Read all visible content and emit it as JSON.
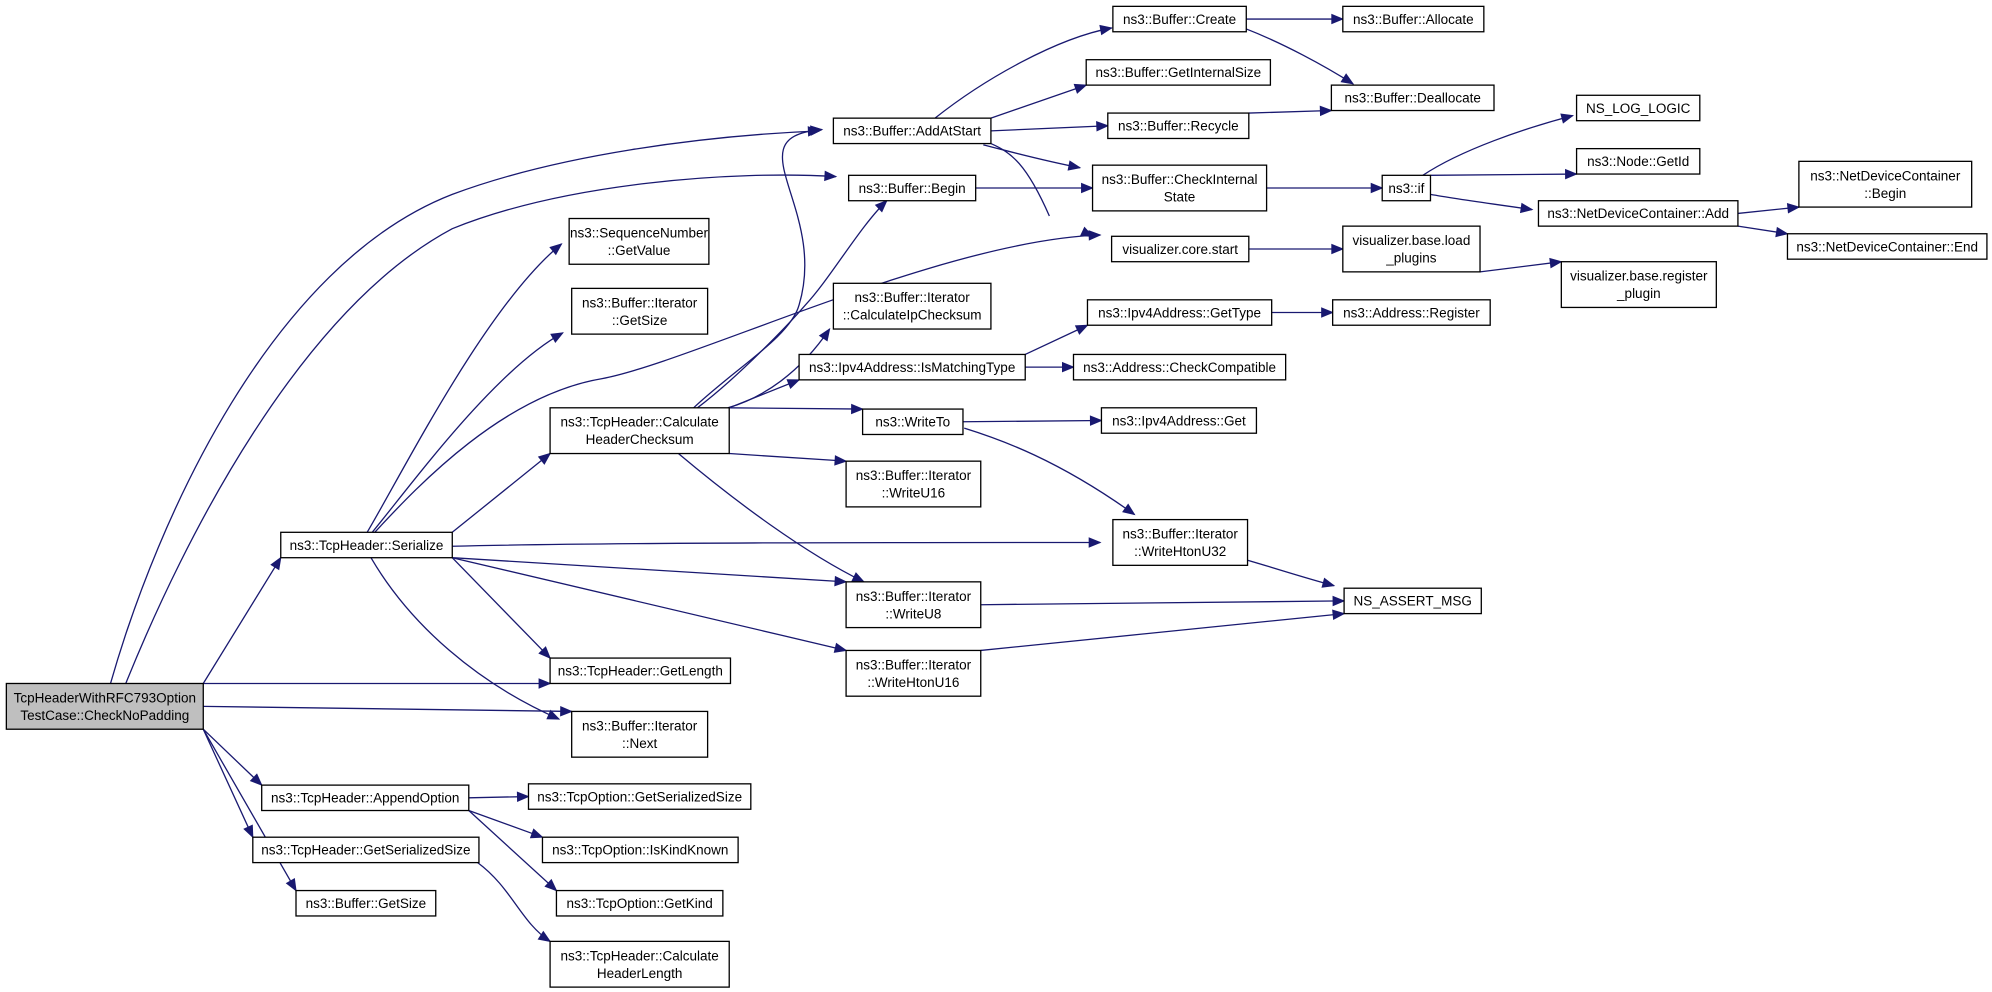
{
  "graph": {
    "nodes": [
      {
        "id": "root",
        "lines": [
          "TcpHeaderWithRFC793Option",
          "TestCase::CheckNoPadding"
        ],
        "highlight": true
      },
      {
        "id": "serialize",
        "lines": [
          "ns3::TcpHeader::Serialize"
        ]
      },
      {
        "id": "append_option",
        "lines": [
          "ns3::TcpHeader::AppendOption"
        ]
      },
      {
        "id": "hdr_get_serialized_size",
        "lines": [
          "ns3::TcpHeader::GetSerializedSize"
        ]
      },
      {
        "id": "buffer_get_size",
        "lines": [
          "ns3::Buffer::GetSize"
        ]
      },
      {
        "id": "calc_checksum",
        "lines": [
          "ns3::TcpHeader::Calculate",
          "HeaderChecksum"
        ]
      },
      {
        "id": "seq_get_value",
        "lines": [
          "ns3::SequenceNumber",
          "::GetValue"
        ]
      },
      {
        "id": "iter_get_size",
        "lines": [
          "ns3::Buffer::Iterator",
          "::GetSize"
        ]
      },
      {
        "id": "hdr_get_length",
        "lines": [
          "ns3::TcpHeader::GetLength"
        ]
      },
      {
        "id": "iter_next",
        "lines": [
          "ns3::Buffer::Iterator",
          "::Next"
        ]
      },
      {
        "id": "opt_get_serialized_size",
        "lines": [
          "ns3::TcpOption::GetSerializedSize"
        ]
      },
      {
        "id": "opt_is_kind_known",
        "lines": [
          "ns3::TcpOption::IsKindKnown"
        ]
      },
      {
        "id": "opt_get_kind",
        "lines": [
          "ns3::TcpOption::GetKind"
        ]
      },
      {
        "id": "calc_header_length",
        "lines": [
          "ns3::TcpHeader::Calculate",
          "HeaderLength"
        ]
      },
      {
        "id": "add_at_start",
        "lines": [
          "ns3::Buffer::AddAtStart"
        ]
      },
      {
        "id": "buffer_begin",
        "lines": [
          "ns3::Buffer::Begin"
        ]
      },
      {
        "id": "calc_ip_checksum",
        "lines": [
          "ns3::Buffer::Iterator",
          "::CalculateIpChecksum"
        ]
      },
      {
        "id": "is_matching_type",
        "lines": [
          "ns3::Ipv4Address::IsMatchingType"
        ]
      },
      {
        "id": "write_to",
        "lines": [
          "ns3::WriteTo"
        ]
      },
      {
        "id": "write_u16",
        "lines": [
          "ns3::Buffer::Iterator",
          "::WriteU16"
        ]
      },
      {
        "id": "write_u8",
        "lines": [
          "ns3::Buffer::Iterator",
          "::WriteU8"
        ]
      },
      {
        "id": "write_hton_u16",
        "lines": [
          "ns3::Buffer::Iterator",
          "::WriteHtonU16"
        ]
      },
      {
        "id": "buffer_create",
        "lines": [
          "ns3::Buffer::Create"
        ]
      },
      {
        "id": "get_internal_size",
        "lines": [
          "ns3::Buffer::GetInternalSize"
        ]
      },
      {
        "id": "buffer_recycle",
        "lines": [
          "ns3::Buffer::Recycle"
        ]
      },
      {
        "id": "check_internal_state",
        "lines": [
          "ns3::Buffer::CheckInternal",
          "State"
        ]
      },
      {
        "id": "vis_core_start",
        "lines": [
          "visualizer.core.start"
        ]
      },
      {
        "id": "ipv4_get_type",
        "lines": [
          "ns3::Ipv4Address::GetType"
        ]
      },
      {
        "id": "check_compatible",
        "lines": [
          "ns3::Address::CheckCompatible"
        ]
      },
      {
        "id": "ipv4_get",
        "lines": [
          "ns3::Ipv4Address::Get"
        ]
      },
      {
        "id": "write_hton_u32",
        "lines": [
          "ns3::Buffer::Iterator",
          "::WriteHtonU32"
        ]
      },
      {
        "id": "buffer_allocate",
        "lines": [
          "ns3::Buffer::Allocate"
        ]
      },
      {
        "id": "buffer_deallocate",
        "lines": [
          "ns3::Buffer::Deallocate"
        ]
      },
      {
        "id": "ns3_if",
        "lines": [
          "ns3::if"
        ]
      },
      {
        "id": "vis_base_load",
        "lines": [
          "visualizer.base.load",
          "_plugins"
        ]
      },
      {
        "id": "address_register",
        "lines": [
          "ns3::Address::Register"
        ]
      },
      {
        "id": "ns_assert_msg",
        "lines": [
          "NS_ASSERT_MSG"
        ]
      },
      {
        "id": "ns_log_logic",
        "lines": [
          "NS_LOG_LOGIC"
        ]
      },
      {
        "id": "node_get_id",
        "lines": [
          "ns3::Node::GetId"
        ]
      },
      {
        "id": "ndc_add",
        "lines": [
          "ns3::NetDeviceContainer::Add"
        ]
      },
      {
        "id": "vis_base_register",
        "lines": [
          "visualizer.base.register",
          "_plugin"
        ]
      },
      {
        "id": "ndc_begin",
        "lines": [
          "ns3::NetDeviceContainer",
          "::Begin"
        ]
      },
      {
        "id": "ndc_end",
        "lines": [
          "ns3::NetDeviceContainer::End"
        ]
      }
    ],
    "edges": [
      [
        "root",
        "serialize"
      ],
      [
        "root",
        "add_at_start"
      ],
      [
        "root",
        "buffer_begin"
      ],
      [
        "root",
        "hdr_get_length"
      ],
      [
        "root",
        "iter_next"
      ],
      [
        "root",
        "append_option"
      ],
      [
        "root",
        "hdr_get_serialized_size"
      ],
      [
        "root",
        "buffer_get_size"
      ],
      [
        "serialize",
        "seq_get_value"
      ],
      [
        "serialize",
        "iter_get_size"
      ],
      [
        "serialize",
        "calc_checksum"
      ],
      [
        "serialize",
        "vis_core_start"
      ],
      [
        "serialize",
        "write_hton_u32"
      ],
      [
        "serialize",
        "write_u8"
      ],
      [
        "serialize",
        "write_hton_u16"
      ],
      [
        "serialize",
        "hdr_get_length"
      ],
      [
        "serialize",
        "iter_next"
      ],
      [
        "calc_checksum",
        "add_at_start"
      ],
      [
        "calc_checksum",
        "buffer_begin"
      ],
      [
        "calc_checksum",
        "calc_ip_checksum"
      ],
      [
        "calc_checksum",
        "is_matching_type"
      ],
      [
        "calc_checksum",
        "write_to"
      ],
      [
        "calc_checksum",
        "write_u16"
      ],
      [
        "calc_checksum",
        "write_u8"
      ],
      [
        "append_option",
        "opt_get_serialized_size"
      ],
      [
        "append_option",
        "opt_is_kind_known"
      ],
      [
        "append_option",
        "opt_get_kind"
      ],
      [
        "hdr_get_serialized_size",
        "calc_header_length"
      ],
      [
        "add_at_start",
        "buffer_create"
      ],
      [
        "add_at_start",
        "get_internal_size"
      ],
      [
        "add_at_start",
        "buffer_recycle"
      ],
      [
        "add_at_start",
        "check_internal_state"
      ],
      [
        "add_at_start",
        "vis_core_start"
      ],
      [
        "buffer_begin",
        "check_internal_state"
      ],
      [
        "buffer_create",
        "buffer_allocate"
      ],
      [
        "buffer_create",
        "buffer_deallocate"
      ],
      [
        "buffer_recycle",
        "buffer_deallocate"
      ],
      [
        "check_internal_state",
        "ns3_if"
      ],
      [
        "ns3_if",
        "ns_log_logic"
      ],
      [
        "ns3_if",
        "node_get_id"
      ],
      [
        "ns3_if",
        "ndc_add"
      ],
      [
        "ndc_add",
        "ndc_begin"
      ],
      [
        "ndc_add",
        "ndc_end"
      ],
      [
        "vis_core_start",
        "vis_base_load"
      ],
      [
        "vis_base_load",
        "vis_base_register"
      ],
      [
        "is_matching_type",
        "ipv4_get_type"
      ],
      [
        "is_matching_type",
        "check_compatible"
      ],
      [
        "ipv4_get_type",
        "address_register"
      ],
      [
        "write_to",
        "ipv4_get"
      ],
      [
        "write_to",
        "write_hton_u32"
      ],
      [
        "write_hton_u32",
        "ns_assert_msg"
      ],
      [
        "write_u8",
        "ns_assert_msg"
      ],
      [
        "write_hton_u16",
        "ns_assert_msg"
      ]
    ]
  }
}
